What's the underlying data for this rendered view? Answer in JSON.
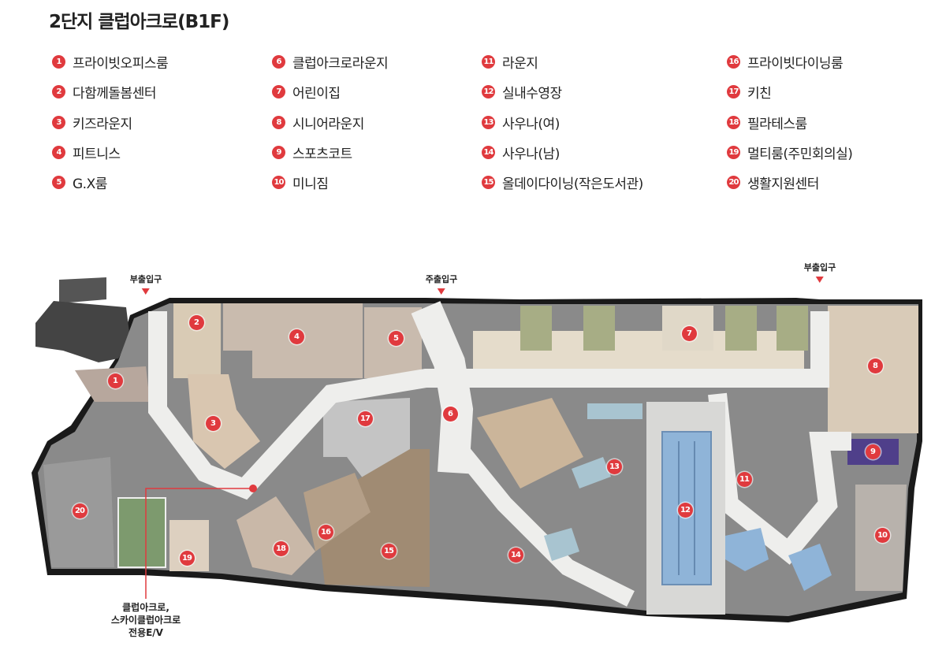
{
  "title": "2단지 클럽아크로(B1F)",
  "legend": [
    {
      "num": "1",
      "label": "프라이빗오피스룸"
    },
    {
      "num": "2",
      "label": "다함께돌봄센터"
    },
    {
      "num": "3",
      "label": "키즈라운지"
    },
    {
      "num": "4",
      "label": "피트니스"
    },
    {
      "num": "5",
      "label": "G.X룸"
    },
    {
      "num": "6",
      "label": "클럽아크로라운지"
    },
    {
      "num": "7",
      "label": "어린이집"
    },
    {
      "num": "8",
      "label": "시니어라운지"
    },
    {
      "num": "9",
      "label": "스포츠코트"
    },
    {
      "num": "10",
      "label": "미니짐"
    },
    {
      "num": "11",
      "label": "라운지"
    },
    {
      "num": "12",
      "label": "실내수영장"
    },
    {
      "num": "13",
      "label": "사우나(여)"
    },
    {
      "num": "14",
      "label": "사우나(남)"
    },
    {
      "num": "15",
      "label": "올데이다이닝(작은도서관)"
    },
    {
      "num": "16",
      "label": "프라이빗다이닝룸"
    },
    {
      "num": "17",
      "label": "키친"
    },
    {
      "num": "18",
      "label": "필라테스룸"
    },
    {
      "num": "19",
      "label": "멀티룸(주민회의실)"
    },
    {
      "num": "20",
      "label": "생활지원센터"
    }
  ],
  "entrances": {
    "sub_left": "부출입구",
    "main": "주출입구",
    "sub_right": "부출입구"
  },
  "elevator_label": {
    "line1": "클럽아크로,",
    "line2": "스카이클럽아크로",
    "line3": "전용E/V"
  },
  "colors": {
    "accent": "#e03a3e"
  }
}
